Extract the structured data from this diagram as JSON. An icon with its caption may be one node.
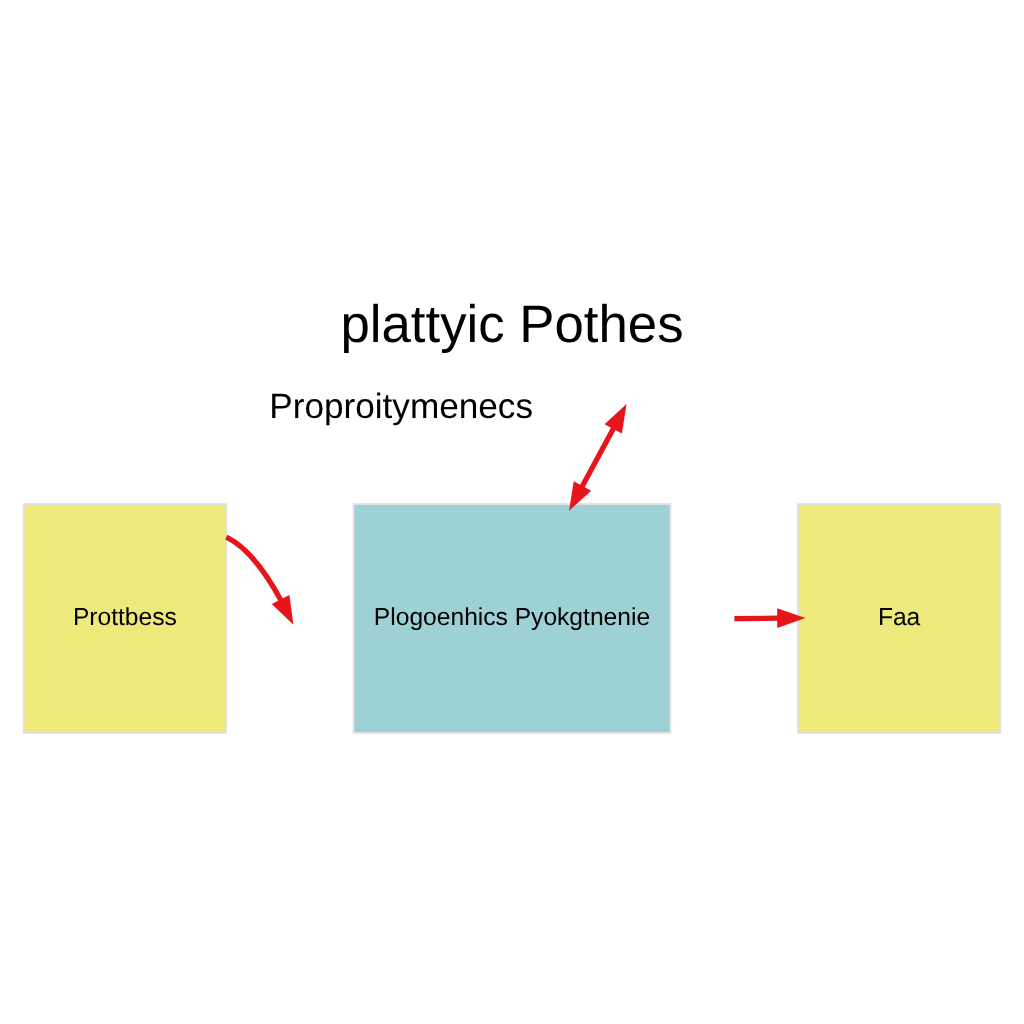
{
  "diagram": {
    "title": "plattyic Pothes",
    "nodes": [
      {
        "text": [
          "Prottbess"
        ]
      },
      {
        "text": [
          "Plogoenhics Pyokgtnenie"
        ]
      },
      {
        "text": [
          "Faa"
        ]
      }
    ],
    "edges": [
      {
        "from": 0,
        "to": null,
        "arrow": "to"
      },
      {
        "from": null,
        "to": 1,
        "arrow": "both"
      },
      {
        "from": null,
        "to": 2,
        "arrow": "to"
      }
    ],
    "labels": [
      "Proproitymenecs"
    ]
  }
}
